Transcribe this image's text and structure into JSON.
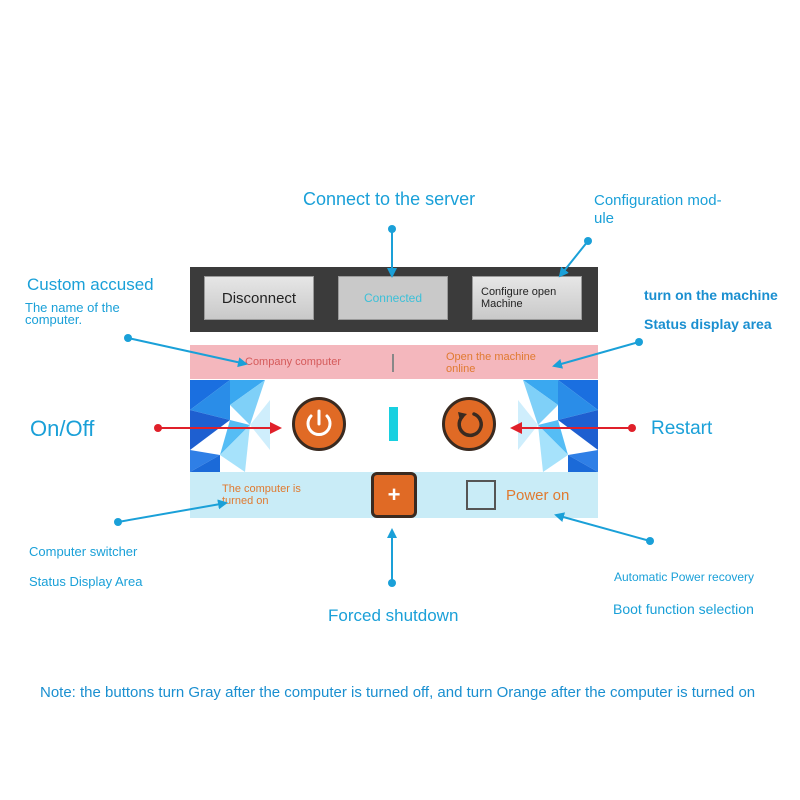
{
  "callouts": {
    "connect_server": "Connect to the server",
    "config_module": "Configuration mod-\nule",
    "custom_accused": "Custom accused",
    "computer_name": "The name of the\ncomputer.",
    "turn_on_machine": "turn on the machine",
    "status_display_area_top": "Status display area",
    "on_off": "On/Off",
    "restart": "Restart",
    "computer_switcher": "Computer switcher",
    "status_display_area_bottom": "Status Display Area",
    "forced_shutdown": "Forced shutdown",
    "auto_power_recovery": "Automatic Power recovery",
    "boot_function_selection": "Boot function selection"
  },
  "toolbar": {
    "disconnect_label": "Disconnect",
    "connected_label": "Connected",
    "configure_label": "Configure open\nMachine"
  },
  "status": {
    "computer_name": "Company computer",
    "machine_state": "Open the machine\nonline"
  },
  "lower": {
    "computer_state": "The computer is\nturned on",
    "force_symbol": "+",
    "power_on_label": "Power on"
  },
  "note": "Note: the buttons turn Gray after the computer is turned off, and turn Orange after the computer is turned on",
  "colors": {
    "callout_blue": "#1aa0d8",
    "accent_orange": "#e06a25",
    "arrow_red": "#e0202a",
    "status_pink": "#f4b7bd",
    "lower_cyan": "#c9ecf7"
  }
}
